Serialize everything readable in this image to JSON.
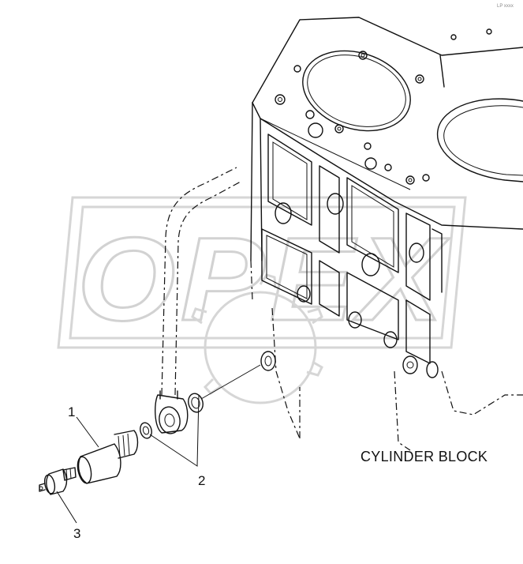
{
  "diagram": {
    "caption": "CYLINDER BLOCK",
    "callouts": [
      {
        "label": "1"
      },
      {
        "label": "2"
      },
      {
        "label": "3"
      }
    ],
    "watermark": "OPEX",
    "corner_code": "LP xxxx"
  }
}
